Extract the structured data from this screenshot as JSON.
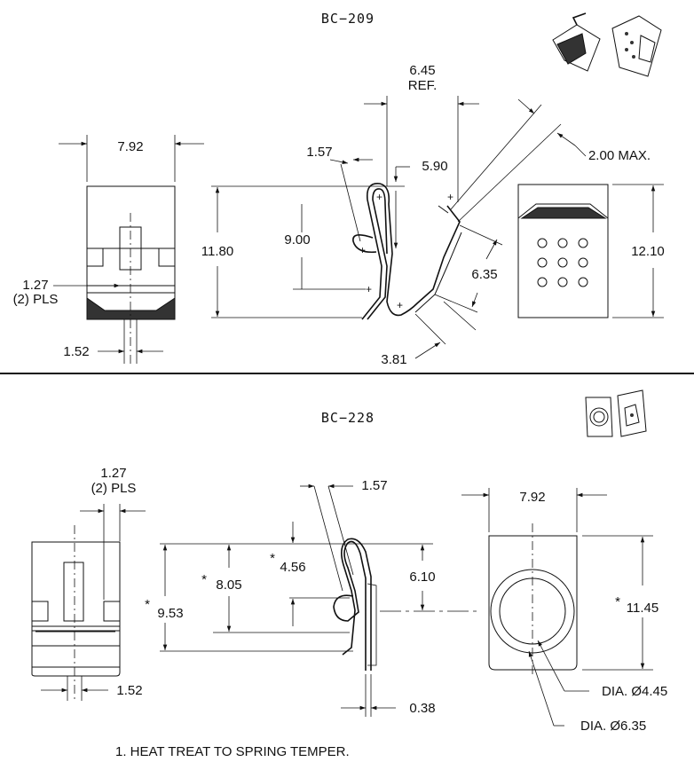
{
  "top": {
    "part": "BC−209",
    "dims": {
      "width": "7.92",
      "height_left": "11.80",
      "inner": "9.00",
      "tab": "1.57",
      "ref_value": "6.45",
      "ref_label": "REF.",
      "step": "5.90",
      "max": "2.00  MAX.",
      "mid": "6.35",
      "bottom": "3.81",
      "right_height": "12.10",
      "slot_value": "1.27",
      "slot_qty": "(2) PLS",
      "slot_width": "1.52"
    }
  },
  "bottom": {
    "part": "BC−228",
    "dims": {
      "slot_value": "1.27",
      "slot_qty": "(2) PLS",
      "slot_width": "1.52",
      "tab": "1.57",
      "height_total": "9.53",
      "height_mid": "8.05",
      "height_small": "4.56",
      "height_right": "6.10",
      "thickness": "0.38",
      "width": "7.92",
      "front_height": "11.45",
      "hole_inner": "DIA. Ø4.45",
      "hole_outer": "DIA. Ø6.35",
      "star": "*"
    }
  },
  "notes": [
    "1. HEAT TREAT TO SPRING TEMPER."
  ]
}
